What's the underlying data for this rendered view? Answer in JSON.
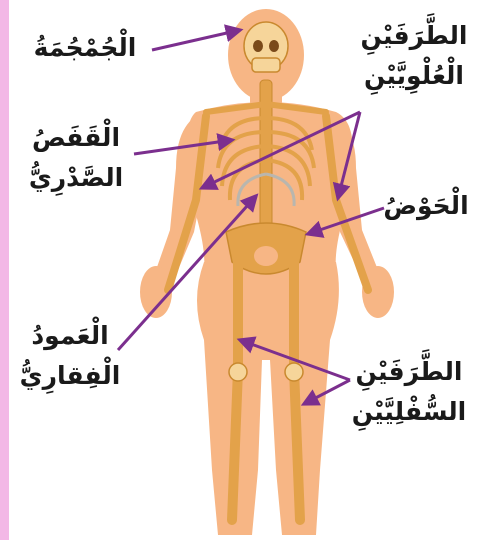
{
  "colors": {
    "skin": "#f7b685",
    "bone": "#e3a24a",
    "bone_light": "#f6d59a",
    "rib_grey": "#b9b6ae",
    "arrow": "#7b2f8e",
    "side_strip": "#f3b8e6",
    "text": "#1a1a1a"
  },
  "labels": {
    "skull": "الْجُمْجُمَةُ",
    "rib_cage_line1": "الْقَفَصُ",
    "rib_cage_line2": "الصَّدْرِيُّ",
    "upper_limbs_line1": "الطَّرَفَيْنِ",
    "upper_limbs_line2": "الْعُلْوِيَّيْنِ",
    "pelvis": "الْحَوْضُ",
    "spine_line1": "الْعَمودُ",
    "spine_line2": "الْفِقارِيُّ",
    "lower_limbs_line1": "الطَّرَفَيْنِ",
    "lower_limbs_line2": "السُّفْلِيَّيْنِ"
  }
}
